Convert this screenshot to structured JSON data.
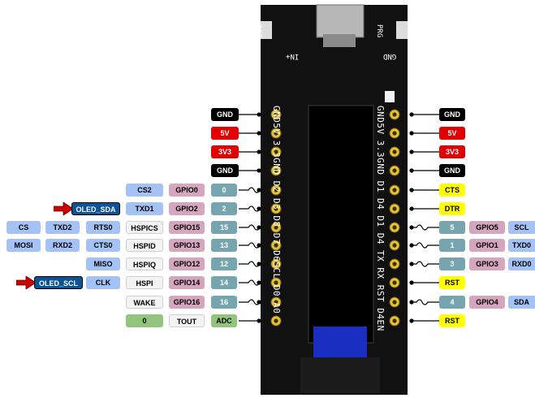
{
  "board": {
    "reset_label": "RST",
    "prg_label": "PRG",
    "in_label": "IN+",
    "gnd_label": "GND",
    "left_silk": "GND5V 3.3GND D2 D3 D8 D7 D6SCL D0 A0",
    "right_silk": "GND5V 3.3GND D1 D4 D1 D4 TX RX RST D4EN"
  },
  "colors": {
    "power_gnd": "#000000",
    "power_v": "#e00000",
    "pin_yellow": "#ffff00",
    "function": "#a4c2f4",
    "gpio": "#d5a6bd",
    "pin_number": "#76a5af",
    "oled": "#0b5394",
    "adc": "#93c47d"
  },
  "left": {
    "gnd1": "GND",
    "v5": "5V",
    "v33": "3V3",
    "gnd2": "GND",
    "r1": {
      "fn": "CS2",
      "gpio": "GPIO0",
      "num": "0"
    },
    "r2": {
      "oled": "OLED_SDA",
      "fn": "TXD1",
      "gpio": "GPIO2",
      "num": "2"
    },
    "r3": {
      "a": "CS",
      "b": "TXD2",
      "c": "RTS0",
      "d": "HSPICS",
      "gpio": "GPIO15",
      "num": "15"
    },
    "r4": {
      "a": "MOSI",
      "b": "RXD2",
      "c": "CTS0",
      "d": "HSPID",
      "gpio": "GPIO13",
      "num": "13"
    },
    "r5": {
      "c": "MISO",
      "d": "HSPIQ",
      "gpio": "GPIO12",
      "num": "12"
    },
    "r6": {
      "oled": "OLED_SCL",
      "c": "CLK",
      "d": "HSPI",
      "gpio": "GPIO14",
      "num": "14"
    },
    "r7": {
      "d": "WAKE",
      "gpio": "GPIO16",
      "num": "16"
    },
    "r8": {
      "c": "0",
      "d": "TOUT",
      "adc": "ADC"
    }
  },
  "right": {
    "gnd1": "GND",
    "v5": "5V",
    "v33": "3V3",
    "gnd2": "GND",
    "cts": "CTS",
    "dtr": "DTR",
    "r1": {
      "num": "5",
      "gpio": "GPIO5",
      "fn": "SCL"
    },
    "r2": {
      "num": "1",
      "gpio": "GPIO1",
      "fn": "TXD0"
    },
    "r3": {
      "num": "3",
      "gpio": "GPIO3",
      "fn": "RXD0"
    },
    "rst1": "RST",
    "r4": {
      "num": "4",
      "gpio": "GPIO4",
      "fn": "SDA"
    },
    "rst2": "RST"
  }
}
